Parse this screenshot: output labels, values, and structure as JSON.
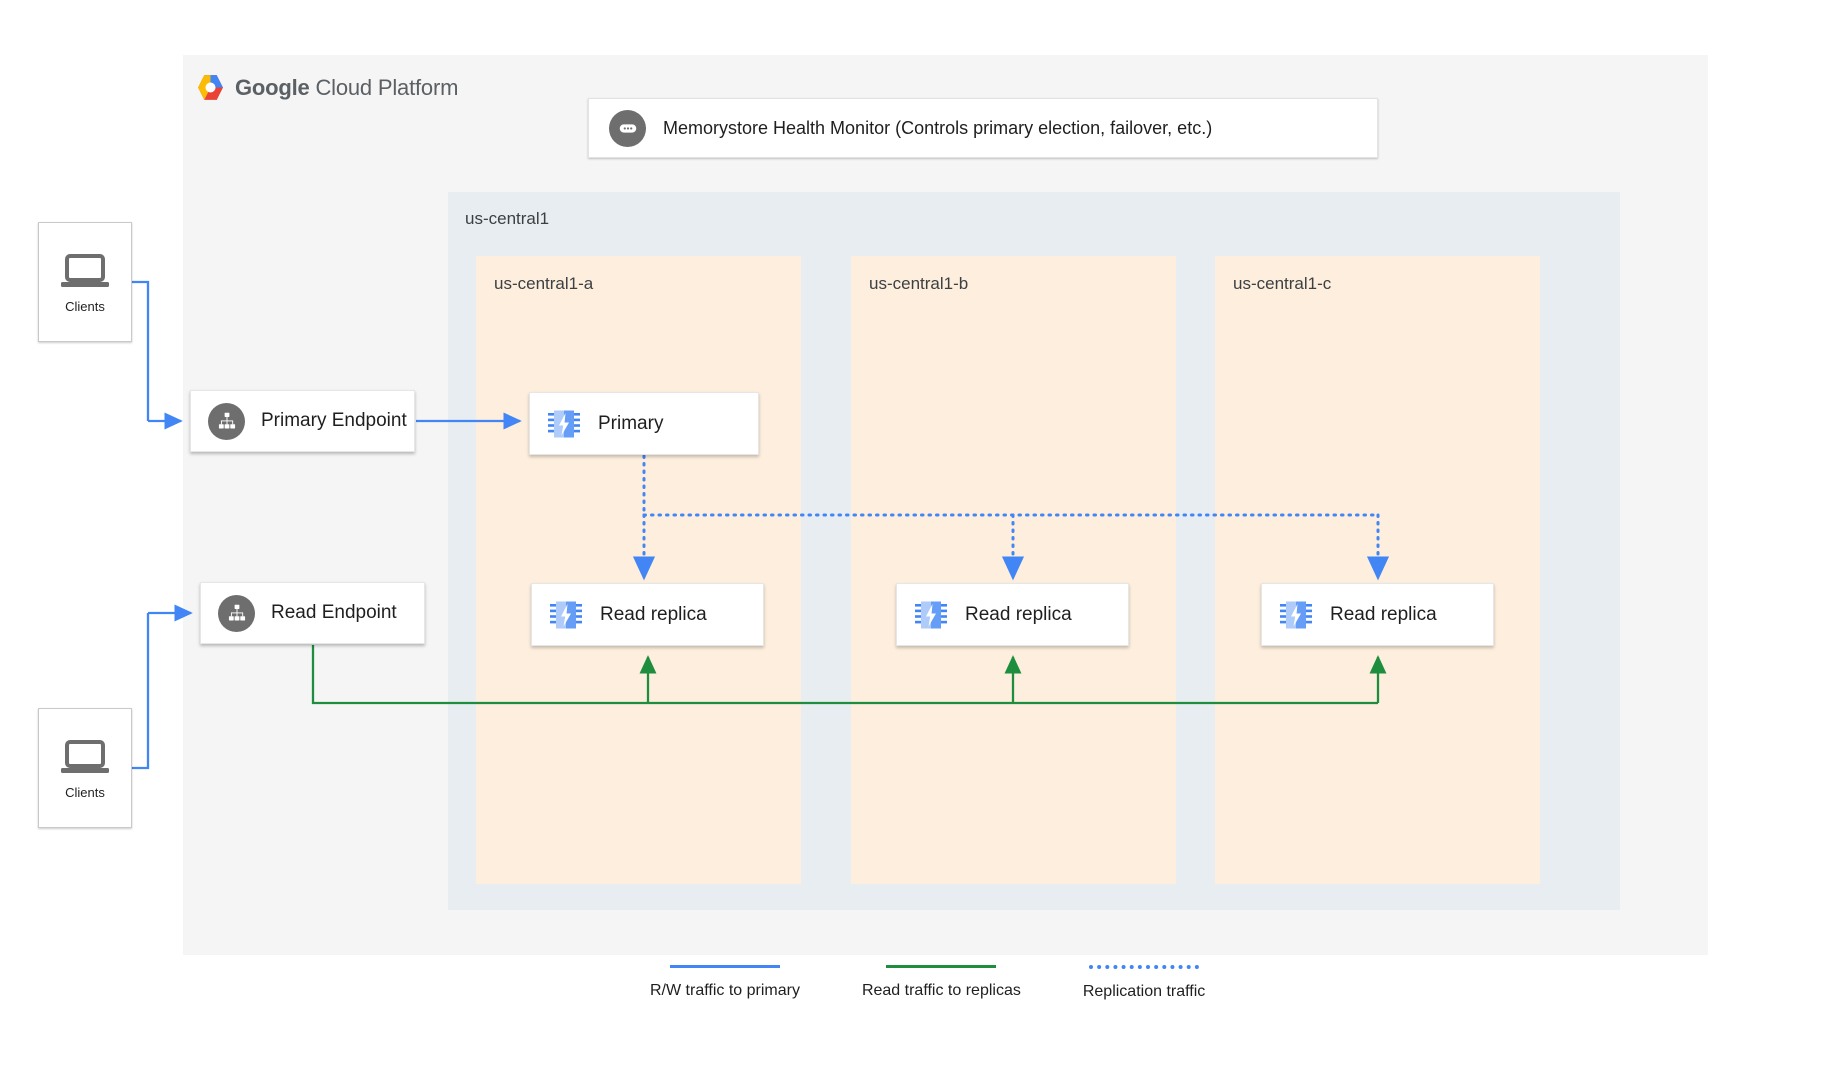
{
  "platform": {
    "brand_bold": "Google",
    "brand_light": " Cloud Platform",
    "logo_icon": "google-cloud-hexagon-logo"
  },
  "health_monitor": {
    "icon": "health-monitor-icon",
    "text": "Memorystore Health Monitor (Controls primary election, failover, etc.)"
  },
  "region": {
    "label": "us-central1",
    "zones": [
      {
        "label": "us-central1-a",
        "node": {
          "label": "Primary",
          "icon": "memorystore-chip-icon"
        },
        "replica": {
          "label": "Read replica",
          "icon": "memorystore-chip-icon"
        }
      },
      {
        "label": "us-central1-b",
        "replica": {
          "label": "Read replica",
          "icon": "memorystore-chip-icon"
        }
      },
      {
        "label": "us-central1-c",
        "replica": {
          "label": "Read replica",
          "icon": "memorystore-chip-icon"
        }
      }
    ]
  },
  "endpoints": [
    {
      "label": "Primary Endpoint",
      "icon": "endpoint-topology-icon"
    },
    {
      "label": "Read Endpoint",
      "icon": "endpoint-topology-icon"
    }
  ],
  "clients": [
    {
      "label": "Clients",
      "icon": "laptop-icon"
    },
    {
      "label": "Clients",
      "icon": "laptop-icon"
    }
  ],
  "legend": [
    {
      "label": "R/W traffic to primary",
      "color": "#4285f4",
      "style": "solid"
    },
    {
      "label": "Read traffic to replicas",
      "color": "#1e8e3e",
      "style": "solid"
    },
    {
      "label": "Replication traffic",
      "color": "#4285f4",
      "style": "dotted"
    }
  ],
  "colors": {
    "panel_bg": "#f5f5f5",
    "region_bg": "#e8edf1",
    "zone_bg": "#fdeedd",
    "blue": "#4285f4",
    "green": "#1e8e3e",
    "gray_icon": "#6e6e6e"
  }
}
